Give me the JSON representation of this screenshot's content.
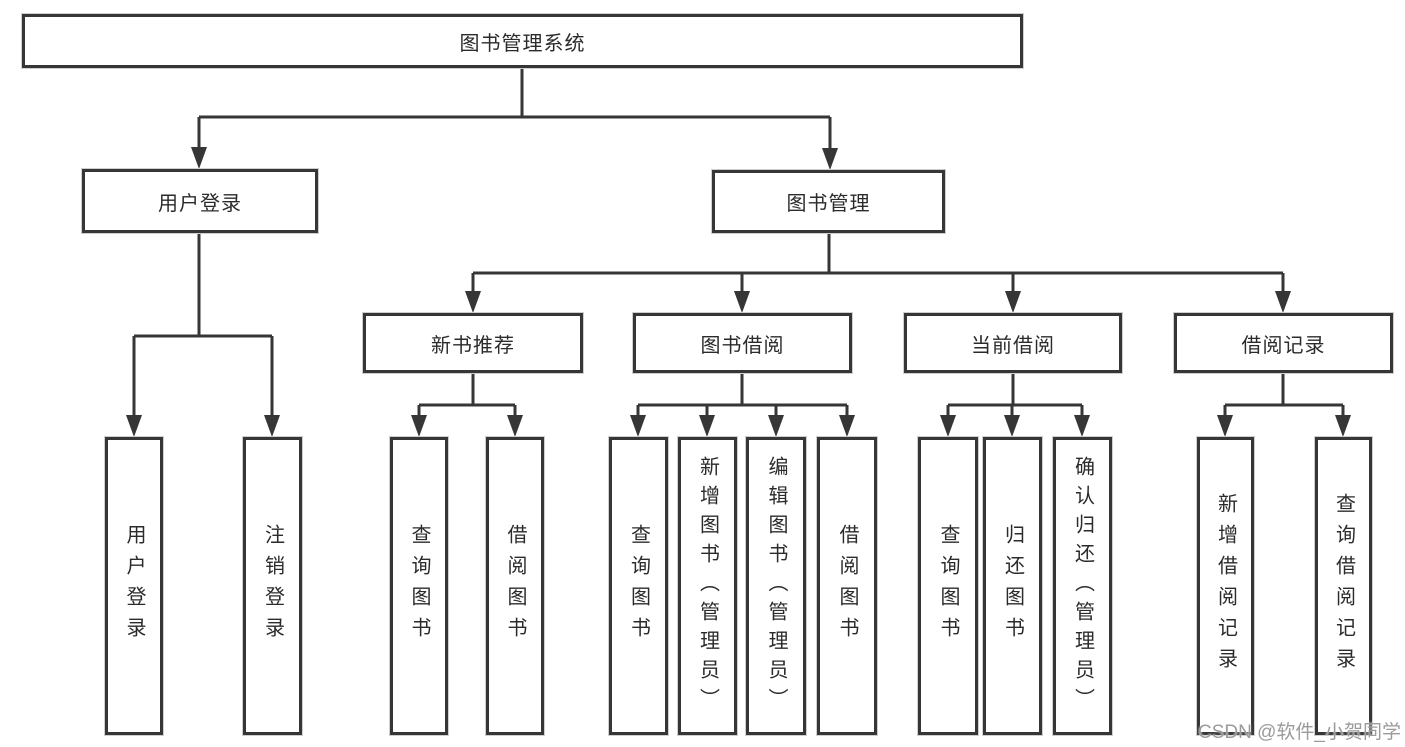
{
  "diagram": {
    "root": {
      "label": "图书管理系统"
    },
    "level2": {
      "user_login": {
        "label": "用户登录"
      },
      "book_management": {
        "label": "图书管理"
      }
    },
    "level3": {
      "new_book_recommendation": {
        "label": "新书推荐"
      },
      "book_borrowing": {
        "label": "图书借阅"
      },
      "current_borrowing": {
        "label": "当前借阅"
      },
      "borrowing_records": {
        "label": "借阅记录"
      }
    },
    "leaves": {
      "user_login": [
        "用户登录",
        "注销登录"
      ],
      "new_book_recommendation": [
        "查询图书",
        "借阅图书"
      ],
      "book_borrowing": [
        "查询图书",
        "新增图书（管理员）",
        "编辑图书（管理员）",
        "借阅图书"
      ],
      "current_borrowing": [
        "查询图书",
        "归还图书",
        "确认归还（管理员）"
      ],
      "borrowing_records": [
        "新增借阅记录",
        "查询借阅记录"
      ]
    }
  },
  "colors": {
    "line": "#363636",
    "box_border": "#363636",
    "text": "#2b2b2b",
    "background": "#ffffff",
    "watermark": "#9b9b9b"
  },
  "watermark": {
    "text": "CSDN @软件_小贺同学"
  }
}
